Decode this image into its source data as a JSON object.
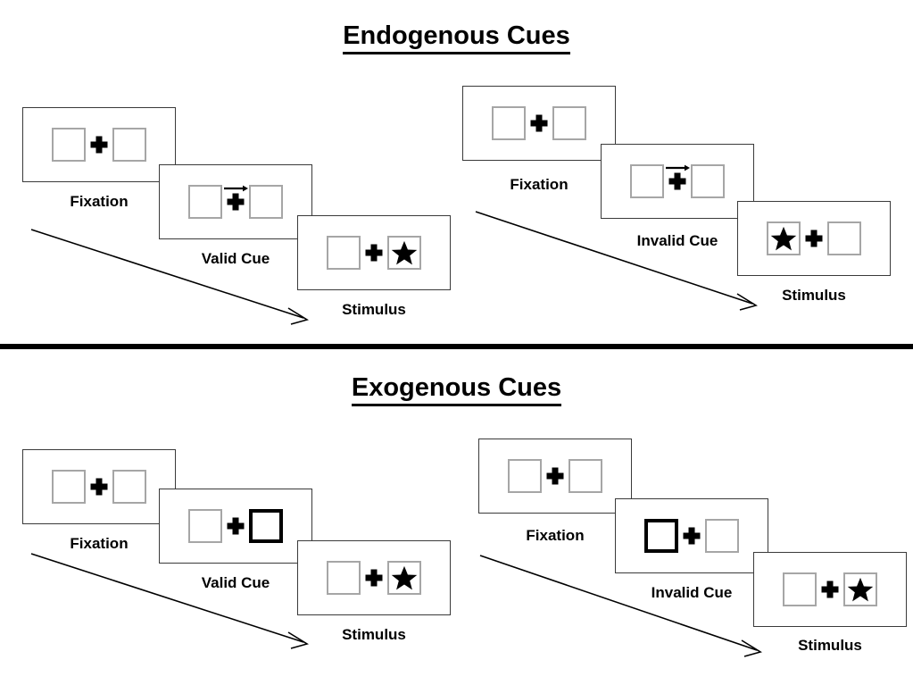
{
  "figure": {
    "title_top": "Endogenous Cues",
    "title_bottom": "Exogenous Cues",
    "accent_color": "#000000",
    "box_border_color": "#a6a6a6",
    "cued_box_border_color": "#000000",
    "panel_border_color": "#3a3a3a"
  },
  "labels": {
    "fixation": "Fixation",
    "valid_cue": "Valid Cue",
    "invalid_cue": "Invalid Cue",
    "stimulus": "Stimulus"
  },
  "sections": [
    {
      "id": "endogenous",
      "title": "Endogenous Cues",
      "cue_type": "central-arrow",
      "sequences": [
        {
          "id": "endogenous-valid",
          "validity": "valid",
          "frames": [
            {
              "name": "fixation",
              "caption": "Fixation",
              "left_box": "empty",
              "right_box": "empty",
              "arrow": "none"
            },
            {
              "name": "cue",
              "caption": "Valid Cue",
              "left_box": "empty",
              "right_box": "empty",
              "arrow": "right"
            },
            {
              "name": "stimulus",
              "caption": "Stimulus",
              "left_box": "empty",
              "right_box": "star",
              "arrow": "none"
            }
          ]
        },
        {
          "id": "endogenous-invalid",
          "validity": "invalid",
          "frames": [
            {
              "name": "fixation",
              "caption": "Fixation",
              "left_box": "empty",
              "right_box": "empty",
              "arrow": "none"
            },
            {
              "name": "cue",
              "caption": "Invalid Cue",
              "left_box": "empty",
              "right_box": "empty",
              "arrow": "right"
            },
            {
              "name": "stimulus",
              "caption": "Stimulus",
              "left_box": "star",
              "right_box": "empty",
              "arrow": "none"
            }
          ]
        }
      ]
    },
    {
      "id": "exogenous",
      "title": "Exogenous Cues",
      "cue_type": "peripheral-box-flash",
      "sequences": [
        {
          "id": "exogenous-valid",
          "validity": "valid",
          "frames": [
            {
              "name": "fixation",
              "caption": "Fixation",
              "left_box": "empty",
              "right_box": "empty",
              "arrow": "none"
            },
            {
              "name": "cue",
              "caption": "Valid Cue",
              "left_box": "empty",
              "right_box": "cued",
              "arrow": "none"
            },
            {
              "name": "stimulus",
              "caption": "Stimulus",
              "left_box": "empty",
              "right_box": "star",
              "arrow": "none"
            }
          ]
        },
        {
          "id": "exogenous-invalid",
          "validity": "invalid",
          "frames": [
            {
              "name": "fixation",
              "caption": "Fixation",
              "left_box": "empty",
              "right_box": "empty",
              "arrow": "none"
            },
            {
              "name": "cue",
              "caption": "Invalid Cue",
              "left_box": "cued",
              "right_box": "empty",
              "arrow": "none"
            },
            {
              "name": "stimulus",
              "caption": "Stimulus",
              "left_box": "empty",
              "right_box": "star",
              "arrow": "none"
            }
          ]
        }
      ]
    }
  ]
}
